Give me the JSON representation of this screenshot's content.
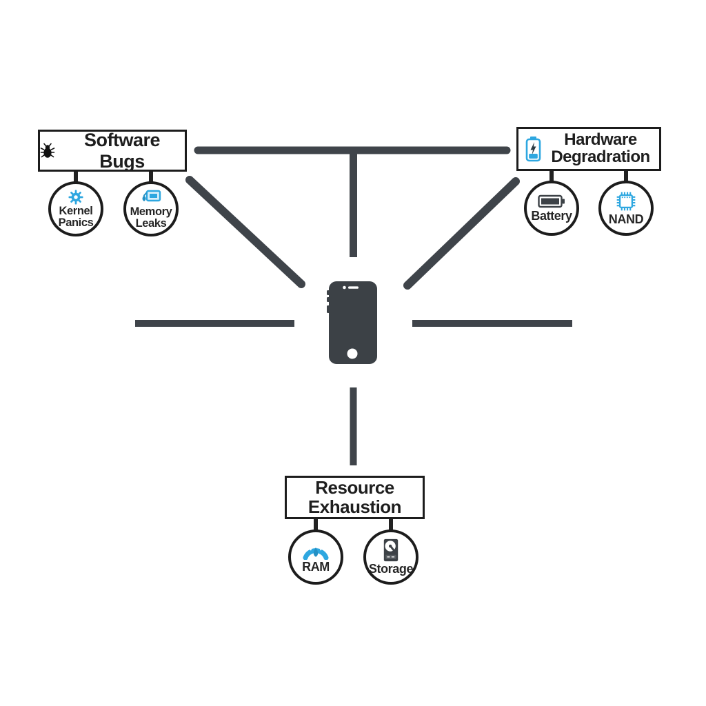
{
  "colors": {
    "background": "#ffffff",
    "thick_line": "#3f444a",
    "node_border": "#1c1c1c",
    "text": "#1e1e1e",
    "accent_blue": "#2ea7e0",
    "accent_blue_dark": "#2490c4",
    "phone_body": "#3c4146"
  },
  "diagram": {
    "center_icon": "smartphone-icon",
    "nodes": [
      {
        "label": "Software Bugs",
        "icon": "bug-icon",
        "children": [
          {
            "label": "Kernel Panics",
            "icon": "gear-icon"
          },
          {
            "label": "Memory Leaks",
            "icon": "memory-leak-icon"
          }
        ]
      },
      {
        "label": "Hardware Degradration",
        "icon": "battery-charging-icon",
        "children": [
          {
            "label": "Battery",
            "icon": "battery-icon"
          },
          {
            "label": "NAND",
            "icon": "chip-icon"
          }
        ]
      },
      {
        "label": "Resource Exhaustion",
        "icon": null,
        "children": [
          {
            "label": "RAM",
            "icon": "gauge-icon"
          },
          {
            "label": "Storage",
            "icon": "hard-drive-icon"
          }
        ]
      }
    ]
  }
}
